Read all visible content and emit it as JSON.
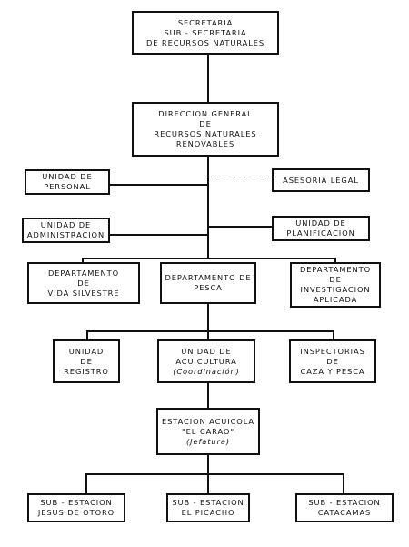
{
  "nodes": {
    "secretaria": [
      "SECRETARIA",
      "SUB - SECRETARIA",
      "DE RECURSOS NATURALES"
    ],
    "direccion": [
      "DIRECCION GENERAL",
      "DE",
      "RECURSOS NATURALES",
      "RENOVABLES"
    ],
    "personal": [
      "UNIDAD DE",
      "PERSONAL"
    ],
    "asesoria": [
      "ASESORIA LEGAL"
    ],
    "administracion": [
      "UNIDAD DE",
      "ADMINISTRACION"
    ],
    "planificacion": [
      "UNIDAD DE",
      "PLANIFICACION"
    ],
    "vida_silvestre": [
      "DEPARTAMENTO",
      "DE",
      "VIDA SILVESTRE"
    ],
    "pesca": [
      "DEPARTAMENTO DE",
      "PESCA"
    ],
    "investigacion": [
      "DEPARTAMENTO",
      "DE",
      "INVESTIGACION",
      "APLICADA"
    ],
    "registro": [
      "UNIDAD",
      "DE",
      "REGISTRO"
    ],
    "acuicultura": [
      "UNIDAD DE",
      "ACUICULTURA",
      "(Coordinación)"
    ],
    "inspectorias": [
      "INSPECTORIAS",
      "DE",
      "CAZA Y PESCA"
    ],
    "estacion": [
      "ESTACION ACUICOLA",
      "\"EL CARAO\"",
      "(Jefatura)"
    ],
    "otoro": [
      "SUB - ESTACION",
      "JESUS DE OTORO"
    ],
    "picacho": [
      "SUB - ESTACION",
      "EL PICACHO"
    ],
    "catacamas": [
      "SUB - ESTACION",
      "CATACAMAS"
    ]
  }
}
